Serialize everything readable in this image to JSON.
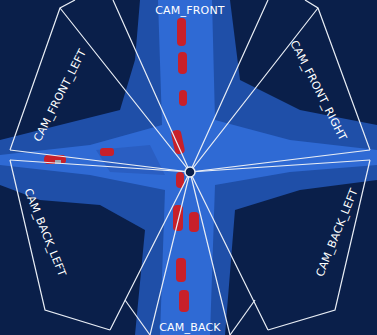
{
  "diagram": {
    "labels": [
      "CAM_FRONT",
      "CAM_FRONT_LEFT",
      "CAM_FRONT_RIGHT",
      "CAM_BACK_LEFT",
      "CAM_BACK_LEFT",
      "CAM_BACK"
    ]
  }
}
